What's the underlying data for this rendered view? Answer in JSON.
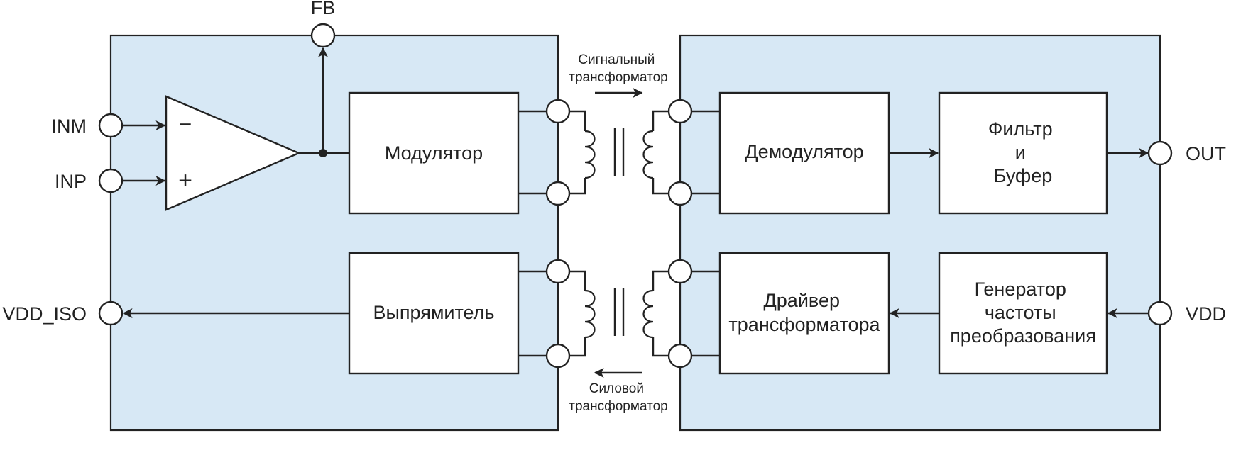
{
  "pins": {
    "fb": "FB",
    "inm": "INM",
    "inp": "INP",
    "vdd_iso": "VDD_ISO",
    "out": "OUT",
    "vdd": "VDD"
  },
  "amplifier": {
    "minus": "−",
    "plus": "+"
  },
  "blocks": {
    "modulator": [
      "Модулятор"
    ],
    "rectifier": [
      "Выпрямитель"
    ],
    "demodulator": [
      "Демодулятор"
    ],
    "filter": [
      "Фильтр",
      "и",
      "Буфер"
    ],
    "driver": [
      "Драйвер",
      "трансформатора"
    ],
    "generator": [
      "Генератор",
      "частоты",
      "преобразования"
    ]
  },
  "transformers": {
    "signal": [
      "Сигнальный",
      "трансформатор"
    ],
    "power": [
      "Силовой",
      "трансформатор"
    ]
  },
  "colors": {
    "panel": "#d7e8f5",
    "line": "#222222"
  }
}
